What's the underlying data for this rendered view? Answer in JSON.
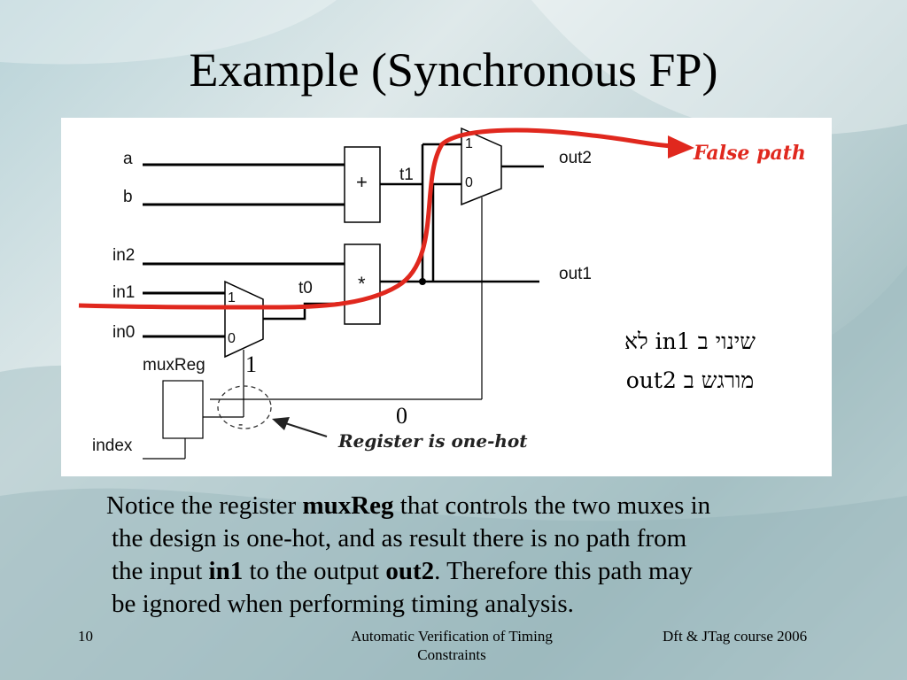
{
  "slide": {
    "title": "Example (Synchronous FP)",
    "body": {
      "l1_a": "Notice the register ",
      "l1_b": "muxReg",
      "l1_c": " that controls the two muxes in",
      "l2": "the design is one-hot, and as result there is no path from",
      "l3_a": "the input ",
      "l3_b": "in1",
      "l3_c": " to the output ",
      "l3_d": "out2",
      "l3_e": ". Therefore this path may",
      "l4": "be ignored when performing timing analysis."
    },
    "footer": {
      "page_number": "10",
      "center": "Automatic Verification of Timing Constraints",
      "right": "Dft & JTag course 2006"
    }
  },
  "diagram": {
    "inputs": {
      "a": "a",
      "b": "b",
      "in2": "in2",
      "in1": "in1",
      "in0": "in0",
      "index": "index"
    },
    "register_label": "muxReg",
    "signals": {
      "t0": "t0",
      "t1": "t1"
    },
    "outputs": {
      "out1": "out1",
      "out2": "out2"
    },
    "ops": {
      "add": "+",
      "mul": "*"
    },
    "mux_ports": {
      "one": "1",
      "zero": "0"
    },
    "reg_minus": "-",
    "false_path_label": "False path",
    "register_note": "Register is one-hot",
    "overlay_one": "1",
    "overlay_zero": "0",
    "hebrew_line1": "שינוי ב  in1 לא",
    "hebrew_line2": "מורגש ב out2",
    "colors": {
      "false_path": "#e0281e",
      "wire": "#000000"
    }
  }
}
